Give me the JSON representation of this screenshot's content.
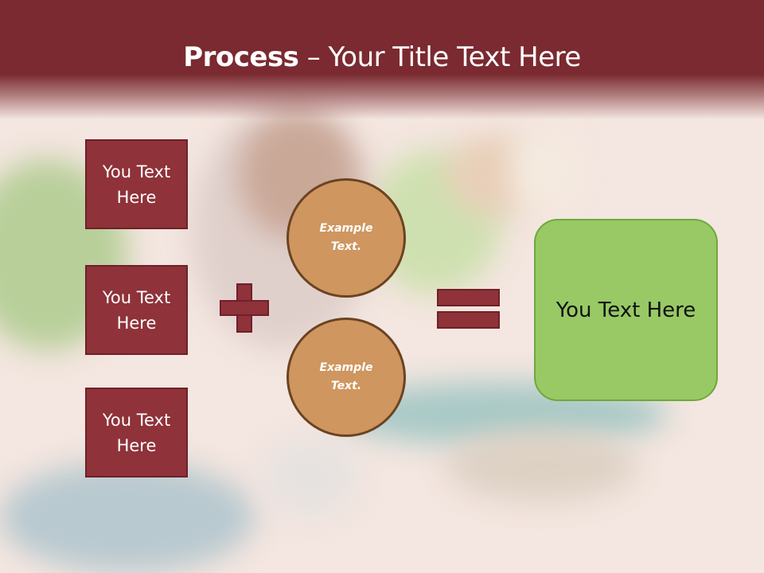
{
  "slide": {
    "title_bold": "Process",
    "title_rest": " – Your Title Text Here",
    "colors": {
      "header": "#7a2a30",
      "box": "#8f3239",
      "circle": "#cf965f",
      "result": "#98c965"
    }
  },
  "inputs": [
    {
      "label": "You Text Here"
    },
    {
      "label": "You Text Here"
    },
    {
      "label": "You Text Here"
    }
  ],
  "operator_plus": "plus",
  "circles": [
    {
      "label": "Example Text."
    },
    {
      "label": "Example Text."
    }
  ],
  "operator_equals": "equals",
  "result": {
    "label": "You Text Here"
  }
}
